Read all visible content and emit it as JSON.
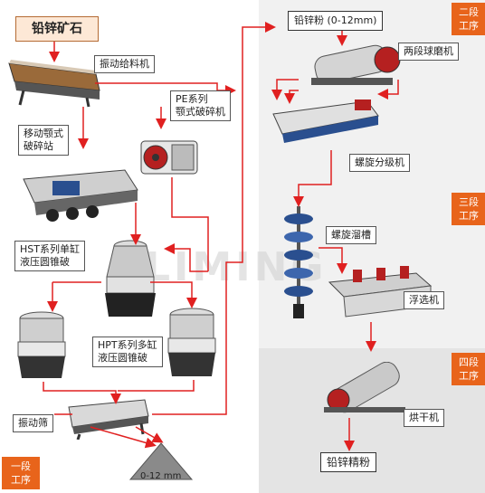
{
  "title": "铅锌矿石",
  "stages": {
    "stage1": [
      "一段",
      "工序"
    ],
    "stage2": [
      "二段",
      "工序"
    ],
    "stage3": [
      "三段",
      "工序"
    ],
    "stage4": [
      "四段",
      "工序"
    ]
  },
  "labels": {
    "feeder": "振动给料机",
    "pe_crusher": [
      "PE系列",
      "颚式破碎机"
    ],
    "mobile_station": [
      "移动颚式",
      "破碎站"
    ],
    "hst_cone": [
      "HST系列单缸",
      "液压圆锥破"
    ],
    "hpt_cone": [
      "HPT系列多缸",
      "液压圆锥破"
    ],
    "screen": "振动筛",
    "ball_mill": "两段球磨机",
    "classifier": "螺旋分级机",
    "spiral_chute": "螺旋溜槽",
    "flotation": "浮选机",
    "dryer": "烘干机"
  },
  "outputs": {
    "powder": "铅锌粉 (0-12mm)",
    "pile": "0-12 mm",
    "concentrate": "铅锌精粉"
  },
  "watermark": "LIMING",
  "colors": {
    "arrow": "#e02020",
    "stage": "#e8641b",
    "title_bg": "#fde8d6"
  }
}
